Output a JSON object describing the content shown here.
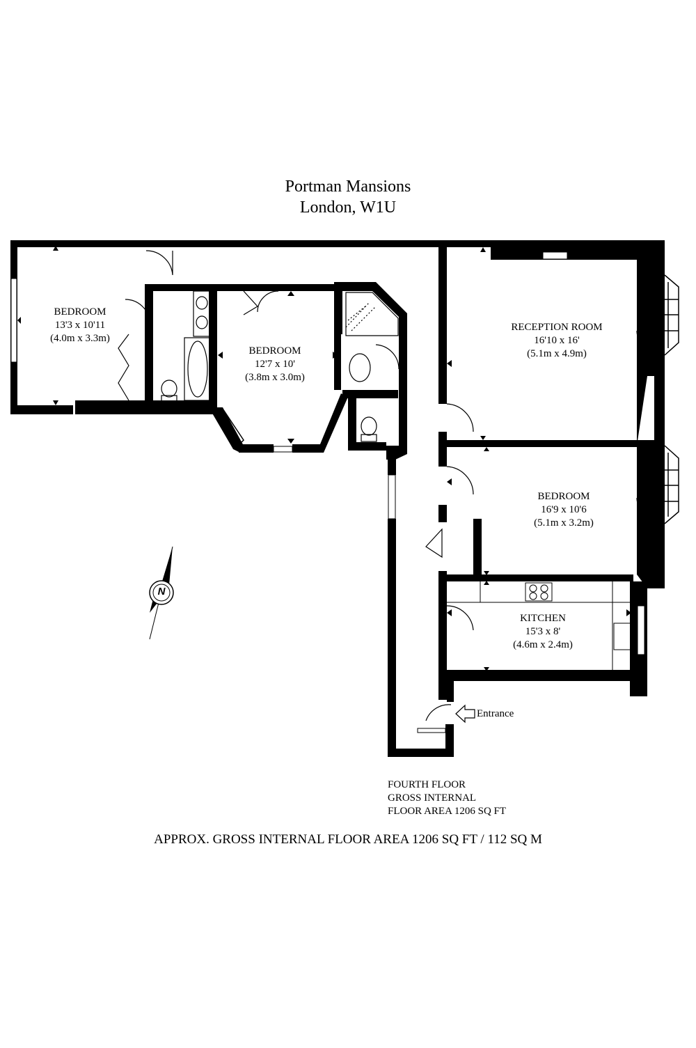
{
  "header": {
    "line1": "Portman Mansions",
    "line2": "London, W1U"
  },
  "rooms": {
    "bedroom1": {
      "name": "BEDROOM",
      "imperial": "13'3 x 10'11",
      "metric": "(4.0m x 3.3m)"
    },
    "bedroom2": {
      "name": "BEDROOM",
      "imperial": "12'7 x 10'",
      "metric": "(3.8m x 3.0m)"
    },
    "reception": {
      "name": "RECEPTION ROOM",
      "imperial": "16'10 x 16'",
      "metric": "(5.1m x 4.9m)"
    },
    "bedroom3": {
      "name": "BEDROOM",
      "imperial": "16'9 x 10'6",
      "metric": "(5.1m x 3.2m)"
    },
    "kitchen": {
      "name": "KITCHEN",
      "imperial": "15'3 x 8'",
      "metric": "(4.6m x 2.4m)"
    }
  },
  "entrance_label": "Entrance",
  "compass_letter": "N",
  "floor_info": {
    "line1": "FOURTH FLOOR",
    "line2": "GROSS INTERNAL",
    "line3": "FLOOR AREA 1206 SQ FT"
  },
  "footer": "APPROX. GROSS INTERNAL FLOOR AREA 1206 SQ FT / 112 SQ M",
  "icons": {
    "compass": "north-arrow-icon",
    "entrance": "entrance-arrow-icon",
    "hob": "hob-icon",
    "sink": "sink-icon",
    "bath": "bath-icon",
    "toilet": "toilet-icon",
    "shower": "shower-icon"
  },
  "colors": {
    "wall": "#000000",
    "background": "#ffffff"
  }
}
